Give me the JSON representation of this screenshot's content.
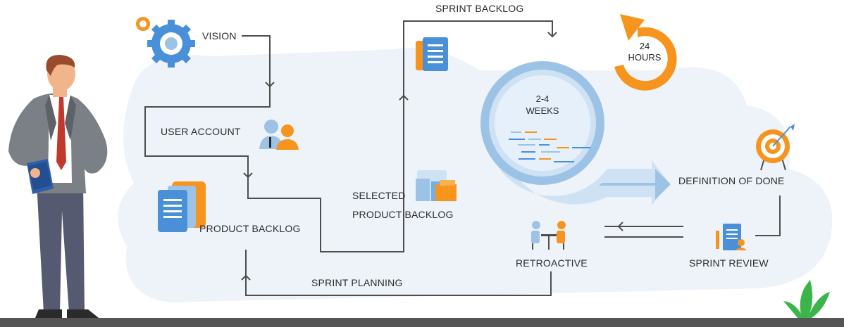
{
  "labels": {
    "vision": "VISION",
    "user_account": "USER ACCOUNT",
    "product_backlog": "PRODUCT BACKLOG",
    "selected_line1": "SELECTED",
    "selected_line2": "PRODUCT BACKLOG",
    "sprint_backlog": "SPRINT BACKLOG",
    "weeks_line1": "2-4",
    "weeks_line2": "WEEKS",
    "hours_line1": "24",
    "hours_line2": "HOURS",
    "definition_of_done": "DEFINITION OF DONE",
    "sprint_review": "SPRINT REVIEW",
    "retroactive": "RETROACTIVE",
    "sprint_planning": "SPRINT PLANNING"
  },
  "colors": {
    "ring_blue": "#9cc3e6",
    "ring_inner": "#cfe2f3",
    "orange": "#f7941d",
    "orange_dark": "#e07b00",
    "doc_blue": "#4a90d9",
    "line_gray": "#4d4d4d",
    "bg_blob": "#eef3f9",
    "ground": "#555555",
    "plant_green": "#3bb54a"
  }
}
